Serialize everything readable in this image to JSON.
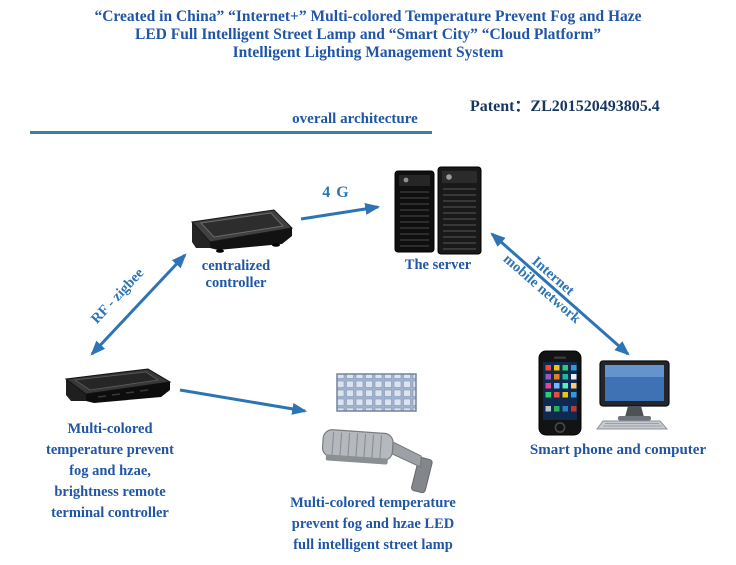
{
  "title": {
    "lines": [
      "“Created in China” “Internet+” Multi-colored Temperature Prevent Fog and Haze",
      "LED Full Intelligent Street Lamp and “Smart City” “Cloud Platform”",
      "Intelligent Lighting Management System"
    ]
  },
  "patent": {
    "label": "Patent：ZL201520493805.4"
  },
  "section": {
    "label": "overall architecture"
  },
  "diagram": {
    "controller": {
      "label_lines": [
        "centralized",
        "controller"
      ]
    },
    "server": {
      "label": "The server"
    },
    "terminal": {
      "label_lines": [
        "Multi-colored",
        "temperature prevent",
        "fog and hzae,",
        "brightness remote",
        "terminal controller"
      ]
    },
    "lamp": {
      "label_lines": [
        "Multi-colored temperature",
        "prevent fog and hzae LED",
        "full intelligent street lamp"
      ]
    },
    "client": {
      "label": "Smart phone and computer"
    },
    "links": {
      "g4": {
        "label": "4 G"
      },
      "zigbee": {
        "label": "RF - zigbee"
      },
      "internet": {
        "label_lines": [
          "Internet",
          "mobile network"
        ]
      }
    }
  },
  "colors": {
    "title_blue": "#2156a5",
    "patent_navy": "#17375e",
    "arrow_blue": "#2e74b5",
    "rule_teal": "#31859c"
  }
}
